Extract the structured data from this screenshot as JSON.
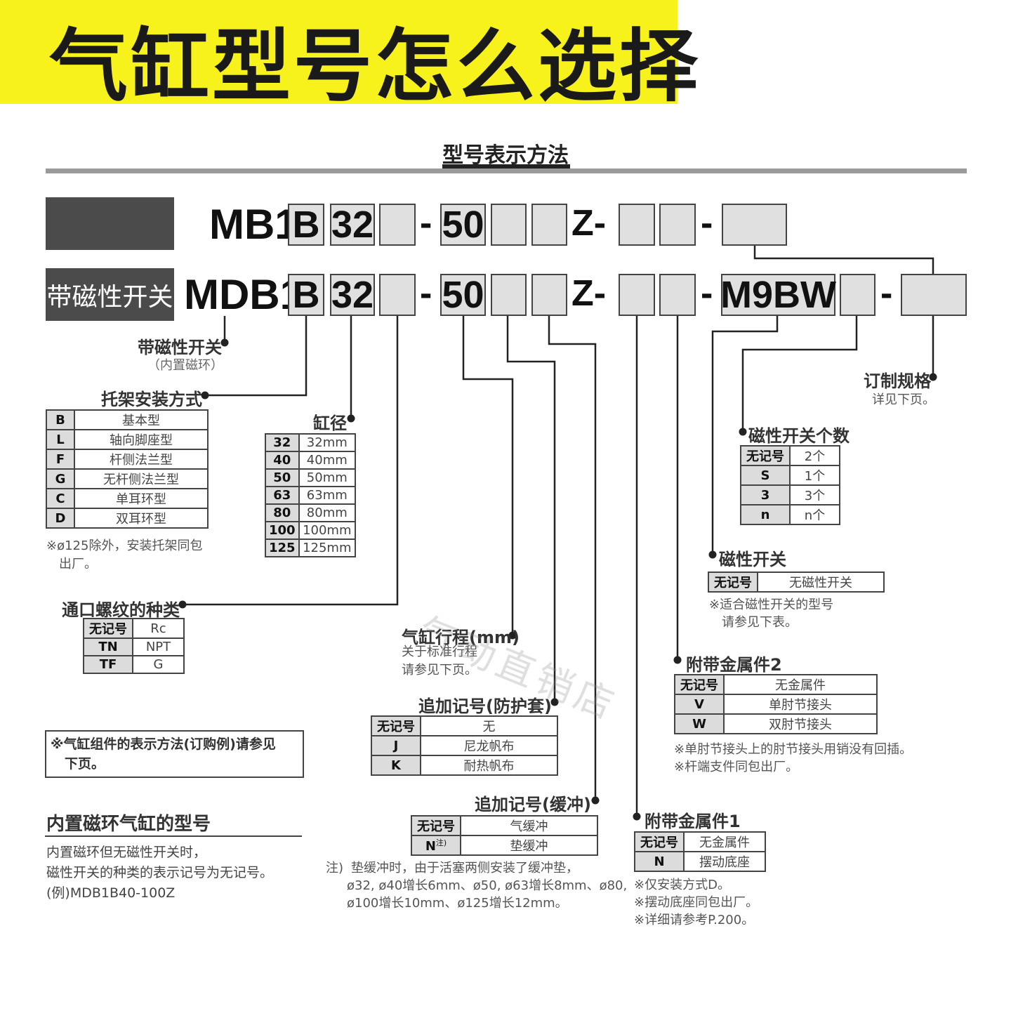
{
  "banner": {
    "title": "气缸型号怎么选择",
    "background": "#f7f21c"
  },
  "section_title": "型号表示方法",
  "row1": {
    "prefix": "MB1",
    "bracket": "B",
    "bore": "32",
    "dash1": "-",
    "stroke": "50",
    "z": "Z-",
    "dash2": "-"
  },
  "row2": {
    "label": "带磁性开关",
    "prefix": "MDB1",
    "bracket": "B",
    "bore": "32",
    "dash1": "-",
    "stroke": "50",
    "z": "Z-",
    "dash2": "-",
    "switch": "M9BW",
    "dash3": "-"
  },
  "magnetic": {
    "title": "带磁性开关",
    "sub": "（内置磁环）"
  },
  "mounting": {
    "title": "托架安装方式",
    "rows": [
      [
        "B",
        "基本型"
      ],
      [
        "L",
        "轴向脚座型"
      ],
      [
        "F",
        "杆侧法兰型"
      ],
      [
        "G",
        "无杆侧法兰型"
      ],
      [
        "C",
        "单耳环型"
      ],
      [
        "D",
        "双耳环型"
      ]
    ],
    "note1": "※ø125除外，安装托架同包",
    "note2": "出厂。"
  },
  "bore": {
    "title": "缸径",
    "rows": [
      [
        "32",
        "32mm"
      ],
      [
        "40",
        "40mm"
      ],
      [
        "50",
        "50mm"
      ],
      [
        "63",
        "63mm"
      ],
      [
        "80",
        "80mm"
      ],
      [
        "100",
        "100mm"
      ],
      [
        "125",
        "125mm"
      ]
    ]
  },
  "port": {
    "title": "通口螺纹的种类",
    "rows": [
      [
        "无记号",
        "Rc"
      ],
      [
        "TN",
        "NPT"
      ],
      [
        "TF",
        "G"
      ]
    ]
  },
  "notebox": {
    "line1": "※气缸组件的表示方法(订购例)请参见",
    "line2": "下页。"
  },
  "builtin": {
    "title": "内置磁环气缸的型号",
    "line1": "内置磁环但无磁性开关时，",
    "line2": "磁性开关的种类的表示记号为无记号。",
    "line3": "(例)MDB1B40-100Z"
  },
  "stroke": {
    "title": "气缸行程(mm)",
    "sub1": "关于标准行程",
    "sub2": "请参见下页。"
  },
  "boot": {
    "title": "追加记号(防护套)",
    "rows": [
      [
        "无记号",
        "无"
      ],
      [
        "J",
        "尼龙帆布"
      ],
      [
        "K",
        "耐热帆布"
      ]
    ]
  },
  "cushion": {
    "title": "追加记号(缓冲)",
    "rows": [
      [
        "无记号",
        "气缓冲"
      ],
      [
        "N",
        "垫缓冲"
      ]
    ],
    "note_mark": "注)",
    "note_prefix": "注)",
    "note1": "垫缓冲时，由于活塞两侧安装了缓冲垫，",
    "note2": "ø32, ø40增长6mm、ø50, ø63增长8mm、ø80,",
    "note3": "ø100增长10mm、ø125增长12mm。"
  },
  "acc1": {
    "title": "附带金属件1",
    "rows": [
      [
        "无记号",
        "无金属件"
      ],
      [
        "N",
        "摆动底座"
      ]
    ],
    "note1": "※仅安装方式D。",
    "note2": "※摆动底座同包出厂。",
    "note3": "※详细请参考P.200。"
  },
  "acc2": {
    "title": "附带金属件2",
    "rows": [
      [
        "无记号",
        "无金属件"
      ],
      [
        "V",
        "单肘节接头"
      ],
      [
        "W",
        "双肘节接头"
      ]
    ],
    "note1": "※单肘节接头上的肘节接头用销没有回插。",
    "note2": "※杆端支件同包出厂。"
  },
  "switch": {
    "title": "磁性开关",
    "rows": [
      [
        "无记号",
        "无磁性开关"
      ]
    ],
    "note1": "※适合磁性开关的型号",
    "note2": "请参见下表。"
  },
  "count": {
    "title": "磁性开关个数",
    "rows": [
      [
        "无记号",
        "2个"
      ],
      [
        "S",
        "1个"
      ],
      [
        "3",
        "3个"
      ],
      [
        "n",
        "n个"
      ]
    ]
  },
  "custom": {
    "title": "订制规格",
    "sub": "详见下页。"
  },
  "watermark": "气动直销店"
}
